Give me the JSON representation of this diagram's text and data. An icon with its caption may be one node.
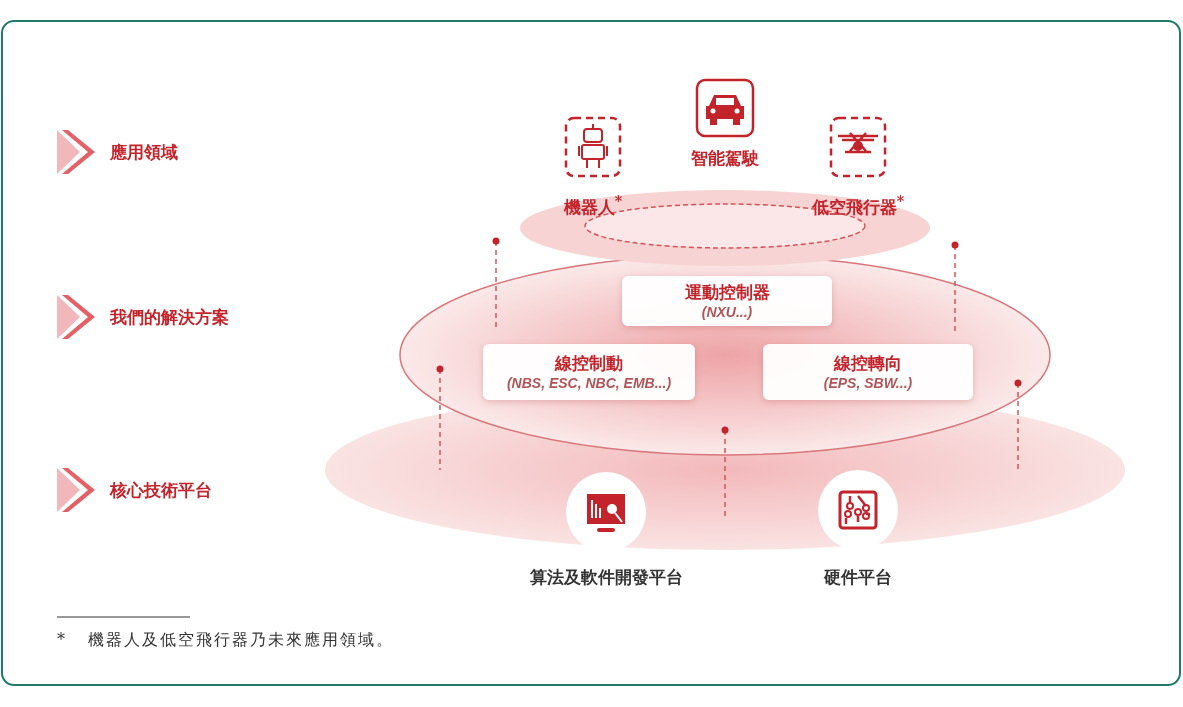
{
  "diagram": {
    "nodes": [
      {
        "text": [
          "運動控制器",
          "(NXU...)"
        ]
      },
      {
        "text": [
          "線控制動",
          "(NBS, ESC, NBC, EMB...)"
        ]
      },
      {
        "text": [
          "線控轉向",
          "(EPS, SBW...)"
        ]
      }
    ],
    "labels": [
      "應用領域",
      "機器人$^{*}$",
      "智能駕駛",
      "低空飛行器$^{*}$",
      "我們的解決方案",
      "核心技術平台",
      "算法及軟件開發平台",
      "硬件平台",
      "*",
      "機器人及低空飛行器乃未來應用領域。"
    ]
  }
}
